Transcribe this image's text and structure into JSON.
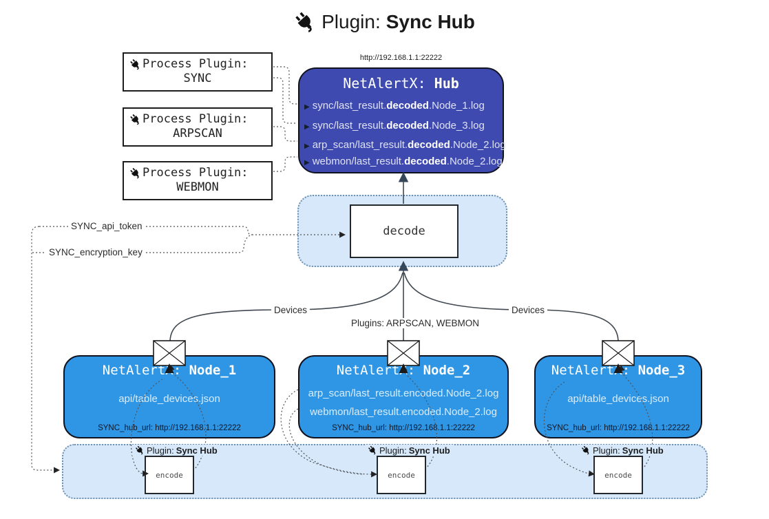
{
  "title": {
    "prefix": "Plugin:",
    "name": "Sync Hub"
  },
  "hub": {
    "url": "http://192.168.1.1:22222",
    "title_prefix": "NetAlertX:",
    "title_name": "Hub",
    "logs": [
      {
        "pre": "sync/last_result.",
        "mid": "decoded",
        "post": ".Node_1.log"
      },
      {
        "pre": "sync/last_result.",
        "mid": "decoded",
        "post": ".Node_3.log"
      },
      {
        "pre": "arp_scan/last_result.",
        "mid": "decoded",
        "post": ".Node_2.log"
      },
      {
        "pre": "webmon/last_result.",
        "mid": "decoded",
        "post": ".Node_2.log"
      }
    ]
  },
  "process_plugins": [
    {
      "label": "Process Plugin:",
      "name": "SYNC"
    },
    {
      "label": "Process Plugin:",
      "name": "ARPSCAN"
    },
    {
      "label": "Process Plugin:",
      "name": "WEBMON"
    }
  ],
  "decode": {
    "label": "decode"
  },
  "settings": {
    "api_token": "SYNC_api_token",
    "encryption_key": "SYNC_encryption_key"
  },
  "edges": {
    "devices_left": "Devices",
    "devices_right": "Devices",
    "plugins_center": "Plugins: ARPSCAN, WEBMON"
  },
  "nodes": [
    {
      "title_prefix": "NetAlertX:",
      "title_name": "Node_1",
      "files": [
        "api/table_devices.json"
      ],
      "hub_url": "SYNC_hub_url: http://192.168.1.1:22222"
    },
    {
      "title_prefix": "NetAlertX:",
      "title_name": "Node_2",
      "files": [
        "arp_scan/last_result.encoded.Node_2.log",
        "webmon/last_result.encoded.Node_2.log"
      ],
      "hub_url": "SYNC_hub_url: http://192.168.1.1:22222"
    },
    {
      "title_prefix": "NetAlertX:",
      "title_name": "Node_3",
      "files": [
        "api/table_devices.json"
      ],
      "hub_url": "SYNC_hub_url: http://192.168.1.1:22222"
    }
  ],
  "encode_band": {
    "plugin_prefix": "Plugin:",
    "plugin_name": "Sync Hub",
    "encode_label": "encode"
  },
  "colors": {
    "hub_fill": "#3e4ab0",
    "node_fill": "#2e96e5",
    "panel_fill": "#d6e8fa",
    "arrow_dark": "#36475a"
  }
}
